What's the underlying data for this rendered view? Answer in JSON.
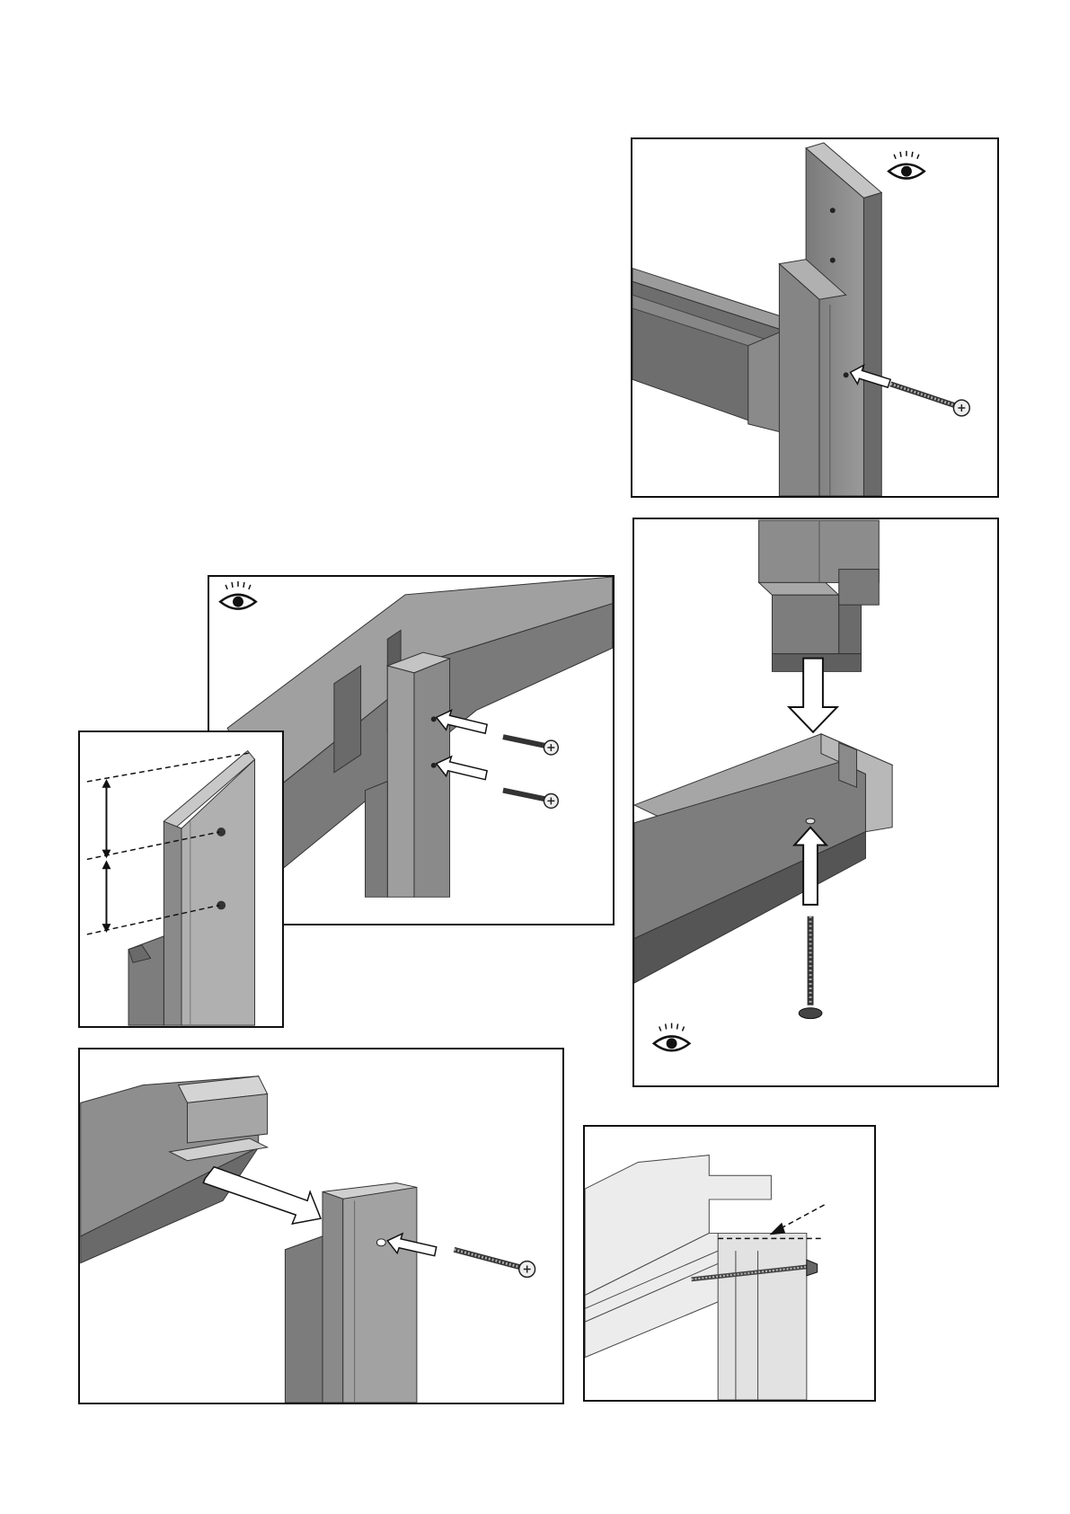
{
  "page": {
    "type": "assembly-instruction-sheet",
    "text": []
  },
  "panels": [
    {
      "id": "a",
      "icons": [
        "eye-icon",
        "screw-icon",
        "insert-arrow-icon"
      ]
    },
    {
      "id": "b",
      "icons": [
        "eye-icon",
        "screw-icon",
        "down-arrow-icon",
        "up-arrow-icon"
      ]
    },
    {
      "id": "c",
      "icons": [
        "eye-icon",
        "screw-icon",
        "screw-icon",
        "insert-arrow-icon",
        "insert-arrow-icon"
      ]
    },
    {
      "id": "d",
      "icons": [
        "dimension-arrow-icon",
        "dimension-arrow-icon"
      ]
    },
    {
      "id": "e",
      "icons": [
        "screw-icon",
        "join-arrow-icon",
        "insert-arrow-icon"
      ]
    },
    {
      "id": "f",
      "icons": [
        "screw-icon",
        "pointer-arrow-icon"
      ]
    }
  ],
  "colors": {
    "wood_dark": "#6f6f6f",
    "wood_mid": "#8c8c8c",
    "wood_light": "#b4b4b4",
    "line": "#111111",
    "ghost": "#e6e6e6"
  }
}
